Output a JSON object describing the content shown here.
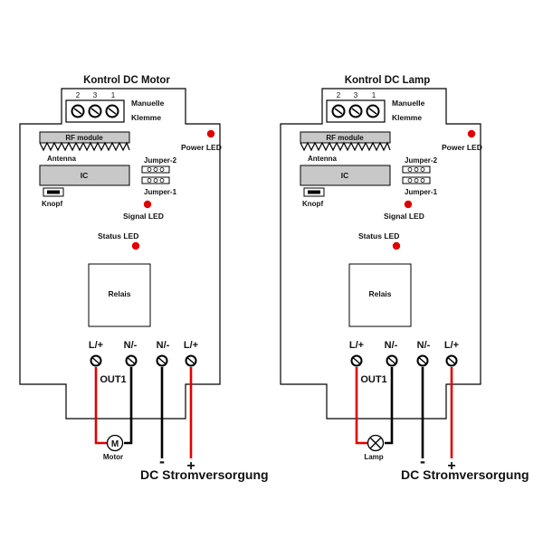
{
  "panels": [
    {
      "title": "Kontrol DC Motor",
      "terminal_numbers": [
        "2",
        "3",
        "1"
      ],
      "manuelle": "Manuelle",
      "klemme": "Klemme",
      "rf_module": "RF module",
      "antenna": "Antenna",
      "ic": "IC",
      "knopf": "Knopf",
      "jumper2": "Jumper-2",
      "jumper1": "Jumper-1",
      "power_led": "Power LED",
      "signal_led": "Signal LED",
      "status_led": "Status LED",
      "relais": "Relais",
      "terminals": [
        "L/+",
        "N/-",
        "N/-",
        "L/+"
      ],
      "out1": "OUT1",
      "load_symbol": "M",
      "load_label": "Motor",
      "minus": "-",
      "plus": "+"
    },
    {
      "title": "Kontrol DC Lamp",
      "terminal_numbers": [
        "2",
        "3",
        "1"
      ],
      "manuelle": "Manuelle",
      "klemme": "Klemme",
      "rf_module": "RF module",
      "antenna": "Antenna",
      "ic": "IC",
      "knopf": "Knopf",
      "jumper2": "Jumper-2",
      "jumper1": "Jumper-1",
      "power_led": "Power LED",
      "signal_led": "Signal LED",
      "status_led": "Status LED",
      "relais": "Relais",
      "terminals": [
        "L/+",
        "N/-",
        "N/-",
        "L/+"
      ],
      "out1": "OUT1",
      "load_symbol": "",
      "load_label": "Lamp",
      "minus": "-",
      "plus": "+"
    }
  ],
  "footer_label": "DC Stromversorgung",
  "colors": {
    "led": "#e00000",
    "wire_red": "#e00000",
    "wire_black": "#000000",
    "module_gray": "#c8c8c8"
  }
}
